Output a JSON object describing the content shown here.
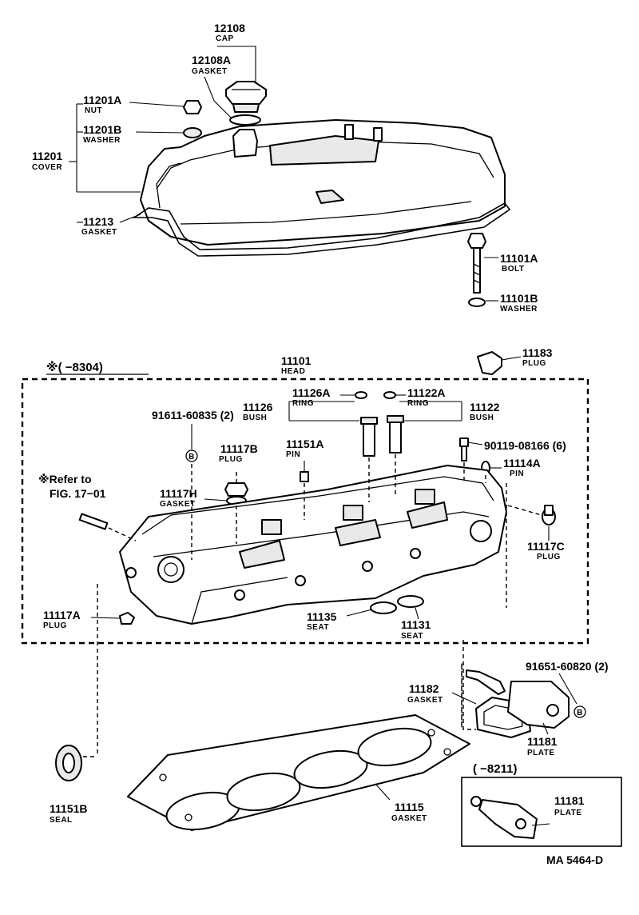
{
  "parts": {
    "p12108": {
      "num": "12108",
      "name": "CAP"
    },
    "p12108A": {
      "num": "12108A",
      "name": "GASKET"
    },
    "p11201A": {
      "num": "11201A",
      "name": "NUT"
    },
    "p11201B": {
      "num": "11201B",
      "name": "WASHER"
    },
    "p11201": {
      "num": "11201",
      "name": "COVER"
    },
    "p11213": {
      "num": "11213",
      "name": "GASKET"
    },
    "p11101A": {
      "num": "11101A",
      "name": "BOLT"
    },
    "p11101B": {
      "num": "11101B",
      "name": "WASHER"
    },
    "p11101": {
      "num": "11101",
      "name": "HEAD"
    },
    "p11183": {
      "num": "11183",
      "name": "PLUG"
    },
    "p11126A": {
      "num": "11126A",
      "name": "RING"
    },
    "p11122A": {
      "num": "11122A",
      "name": "RING"
    },
    "p11126": {
      "num": "11126",
      "name": "BUSH"
    },
    "p11122": {
      "num": "11122",
      "name": "BUSH"
    },
    "p91611": {
      "num": "91611-60835 (2)"
    },
    "p11117B": {
      "num": "11117B",
      "name": "PLUG"
    },
    "p11151A": {
      "num": "11151A",
      "name": "PIN"
    },
    "p90119": {
      "num": "90119-08166 (6)"
    },
    "p11114A": {
      "num": "11114A",
      "name": "PIN"
    },
    "p11117H": {
      "num": "11117H",
      "name": "GASKET"
    },
    "p11117C": {
      "num": "11117C",
      "name": "PLUG"
    },
    "p11117A": {
      "num": "11117A",
      "name": "PLUG"
    },
    "p11135": {
      "num": "11135",
      "name": "SEAT"
    },
    "p11131": {
      "num": "11131",
      "name": "SEAT"
    },
    "p91651": {
      "num": "91651-60820 (2)"
    },
    "p11182": {
      "num": "11182",
      "name": "GASKET"
    },
    "p11181": {
      "num": "11181",
      "name": "PLATE"
    },
    "p11181b": {
      "num": "11181",
      "name": "PLATE"
    },
    "p11151B": {
      "num": "11151B",
      "name": "SEAL"
    },
    "p11115": {
      "num": "11115",
      "name": "GASKET"
    }
  },
  "notes": {
    "range_top": "※(   −8304)",
    "range_plate": "(   −8211)",
    "refer_line1": "※Refer to",
    "refer_line2": "FIG. 17−01",
    "bolt_marker": "B",
    "footer_code": "MA  5464-D"
  }
}
